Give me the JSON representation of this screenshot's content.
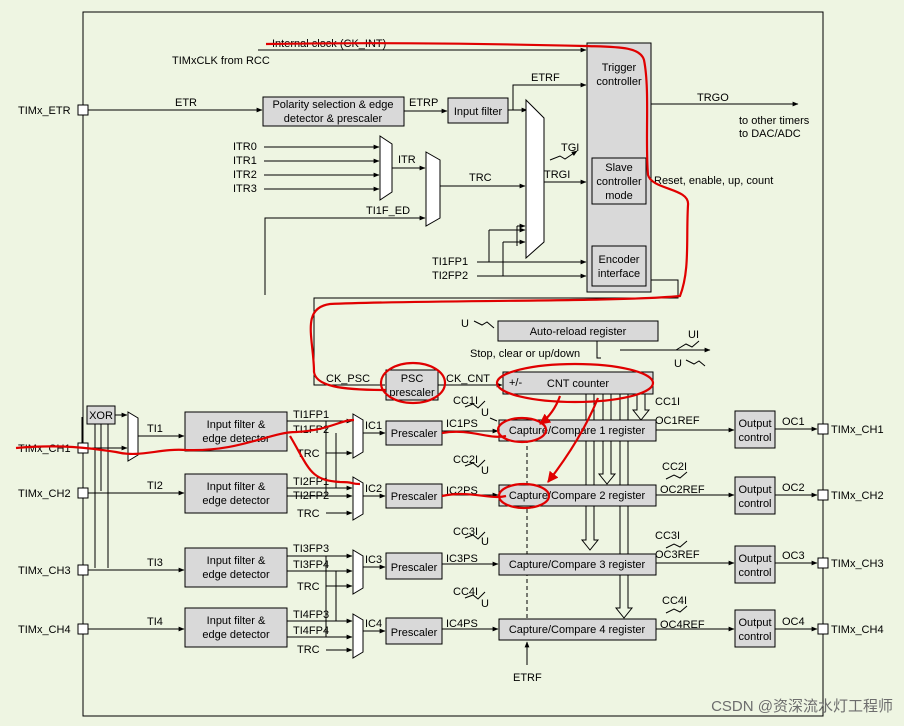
{
  "colors": {
    "background": "#eef5e2",
    "block_fill": "#d9d9d9",
    "annotation": "#e00000"
  },
  "clock": {
    "internal": "Internal clock (CK_INT)",
    "from_rcc": "TIMxCLK from RCC"
  },
  "pins": {
    "etr": "TIMx_ETR",
    "ch1": "TIMx_CH1",
    "ch2": "TIMx_CH2",
    "ch3": "TIMx_CH3",
    "ch4": "TIMx_CH4"
  },
  "out_pins": {
    "ch1": "TIMx_CH1",
    "ch2": "TIMx_CH2",
    "ch3": "TIMx_CH3",
    "ch4": "TIMx_CH4"
  },
  "blocks": {
    "polarity_1": "Polarity selection & edge",
    "polarity_2": "detector & prescaler",
    "input_filter": "Input filter",
    "trigger_1": "Trigger",
    "trigger_2": "controller",
    "slave_1": "Slave",
    "slave_2": "controller",
    "slave_3": "mode",
    "encoder_1": "Encoder",
    "encoder_2": "interface",
    "auto_reload": "Auto-reload register",
    "psc_1": "PSC",
    "psc_2": "prescaler",
    "cnt": "CNT counter",
    "cnt_sign": "+/-",
    "xor": "XOR",
    "filter_1": "Input filter &",
    "filter_2": "edge detector",
    "prescaler": "Prescaler",
    "cc1": "Capture/Compare 1 register",
    "cc2": "Capture/Compare 2 register",
    "cc3": "Capture/Compare 3 register",
    "cc4": "Capture/Compare 4 register",
    "output_1": "Output",
    "output_2": "control"
  },
  "signals": {
    "etr": "ETR",
    "etrp": "ETRP",
    "etrf": "ETRF",
    "etrf_bottom": "ETRF",
    "itr0": "ITR0",
    "itr1": "ITR1",
    "itr2": "ITR2",
    "itr3": "ITR3",
    "itr": "ITR",
    "trc": "TRC",
    "ti1f_ed": "TI1F_ED",
    "tgi": "TGI",
    "trgi": "TRGI",
    "ti1fp1": "TI1FP1",
    "ti2fp2": "TI2FP2",
    "trgo": "TRGO",
    "trgo_dest_1": "to other timers",
    "trgo_dest_2": "to DAC/ADC",
    "reset": "Reset, enable, up, count",
    "u": "U",
    "ui": "UI",
    "stop": "Stop, clear or up/down",
    "ck_psc": "CK_PSC",
    "ck_cnt": "CK_CNT",
    "ti1": "TI1",
    "ti2": "TI2",
    "ti3": "TI3",
    "ti4": "TI4",
    "ch1_fp1": "TI1FP1",
    "ch1_fp2": "TI1FP2",
    "ch2_fp1": "TI2FP1",
    "ch2_fp2": "TI2FP2",
    "ch3_fp1": "TI3FP3",
    "ch3_fp2": "TI3FP4",
    "ch4_fp1": "TI4FP3",
    "ch4_fp2": "TI4FP4",
    "ic1": "IC1",
    "ic2": "IC2",
    "ic3": "IC3",
    "ic4": "IC4",
    "ic1ps": "IC1PS",
    "ic2ps": "IC2PS",
    "ic3ps": "IC3PS",
    "ic4ps": "IC4PS",
    "cc1i": "CC1I",
    "cc2i": "CC2I",
    "cc3i": "CC3I",
    "cc4i": "CC4I",
    "oc1ref": "OC1REF",
    "oc2ref": "OC2REF",
    "oc3ref": "OC3REF",
    "oc4ref": "OC4REF",
    "oc1": "OC1",
    "oc2": "OC2",
    "oc3": "OC3",
    "oc4": "OC4"
  },
  "watermark": "CSDN @资深流水灯工程师"
}
